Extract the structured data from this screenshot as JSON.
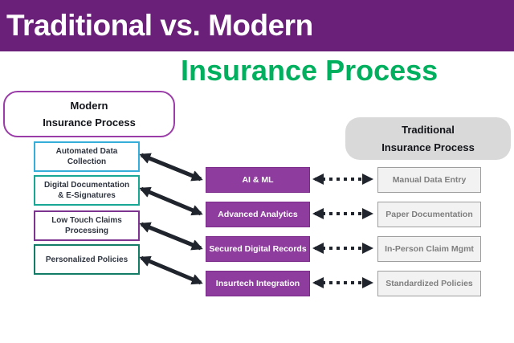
{
  "header": {
    "title_line1": "Traditional vs. Modern",
    "title_line2": "Insurance Process"
  },
  "modern_group": {
    "title_line1": "Modern",
    "title_line2": "Insurance Process",
    "items": [
      {
        "label": "Automated Data\nCollection"
      },
      {
        "label": "Digital Documentation\n& E-Signatures"
      },
      {
        "label": "Low Touch Claims\nProcessing"
      },
      {
        "label": "Personalized Policies"
      }
    ]
  },
  "center_column": {
    "items": [
      {
        "label": "AI & ML"
      },
      {
        "label": "Advanced Analytics"
      },
      {
        "label": "Secured Digital Records"
      },
      {
        "label": "Insurtech Integration"
      }
    ]
  },
  "traditional_group": {
    "title_line1": "Traditional",
    "title_line2": "Insurance Process",
    "items": [
      {
        "label": "Manual Data Entry"
      },
      {
        "label": "Paper Documentation"
      },
      {
        "label": "In-Person Claim Mgmt"
      },
      {
        "label": "Standardized Policies"
      }
    ]
  },
  "connections": [
    {
      "from": "Automated Data Collection",
      "to": "AI & ML",
      "style": "solid-double-arrow"
    },
    {
      "from": "Digital Documentation & E-Signatures",
      "to": "Advanced Analytics",
      "style": "solid-double-arrow"
    },
    {
      "from": "Low Touch Claims Processing",
      "to": "Secured Digital Records",
      "style": "solid-double-arrow"
    },
    {
      "from": "AI & ML",
      "to": "Manual Data Entry",
      "style": "dotted-double-arrow"
    },
    {
      "from": "Advanced Analytics",
      "to": "Paper Documentation",
      "style": "dotted-double-arrow"
    },
    {
      "from": "Secured Digital Records",
      "to": "In-Person Claim Mgmt",
      "style": "dotted-double-arrow"
    },
    {
      "from": "Personalized Policies",
      "to": "Insurtech Integration",
      "style": "solid-double-arrow"
    },
    {
      "from": "Insurtech Integration",
      "to": "Standardized Policies",
      "style": "dotted-double-arrow"
    }
  ],
  "colors": {
    "header_band": "#6A2078",
    "header_title": "#FFFFFF",
    "subtitle_green": "#00B05E",
    "modern_capsule_border": "#9B3DA8",
    "center_box_fill": "#8E3D9E",
    "center_box_border": "#7B2C8B",
    "center_box_text": "#FFFFFF",
    "box_border_cyan": "#35AEDA",
    "box_border_teal": "#18A795",
    "box_border_purple": "#7D3390",
    "box_border_dark_teal": "#127C66",
    "left_box_text": "#2F3540",
    "traditional_capsule_fill": "#D9D9D9",
    "right_box_fill": "#F2F2F2",
    "right_box_border": "#9E9E9E",
    "right_box_text": "#7F7F7F",
    "arrow": "#20242C"
  }
}
